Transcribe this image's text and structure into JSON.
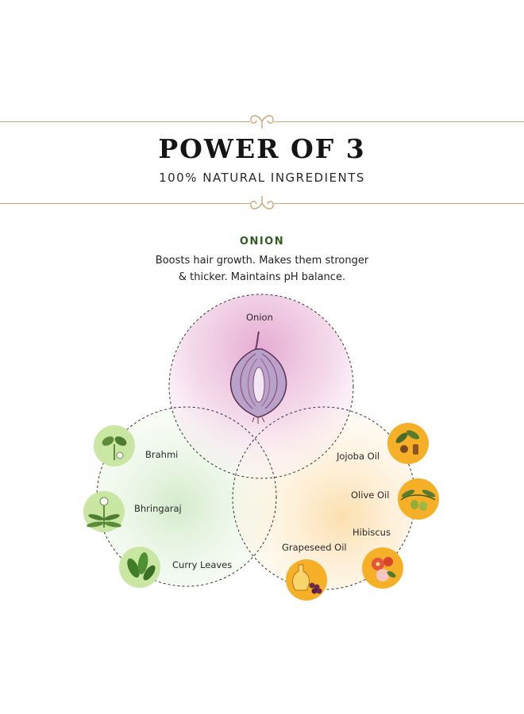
{
  "header": {
    "title": "POWER OF 3",
    "subtitle": "100% NATURAL INGREDIENTS"
  },
  "feature": {
    "name": "ONION",
    "description": "Boosts hair growth. Makes them stronger & thicker. Maintains pH balance."
  },
  "circles": {
    "top": {
      "label": "Onion",
      "icon": "onion-icon"
    },
    "left": {
      "ingredients": [
        {
          "label": "Brahmi",
          "icon": "brahmi-leaf-icon"
        },
        {
          "label": "Bhringaraj",
          "icon": "bhringaraj-plant-icon"
        },
        {
          "label": "Curry Leaves",
          "icon": "curry-leaves-icon"
        }
      ]
    },
    "right": {
      "ingredients": [
        {
          "label": "Jojoba Oil",
          "icon": "jojoba-icon"
        },
        {
          "label": "Olive Oil",
          "icon": "olive-icon"
        },
        {
          "label": "Hibiscus",
          "icon": "hibiscus-icon"
        },
        {
          "label": "Grapeseed Oil",
          "icon": "grapeseed-oil-icon"
        }
      ]
    }
  },
  "colors": {
    "rule": "#c9a472",
    "accent_green": "#2f5d22",
    "onion_pink": "#e9b8d8",
    "herb_green": "#c9e6a2",
    "oil_orange": "#f6b027"
  }
}
